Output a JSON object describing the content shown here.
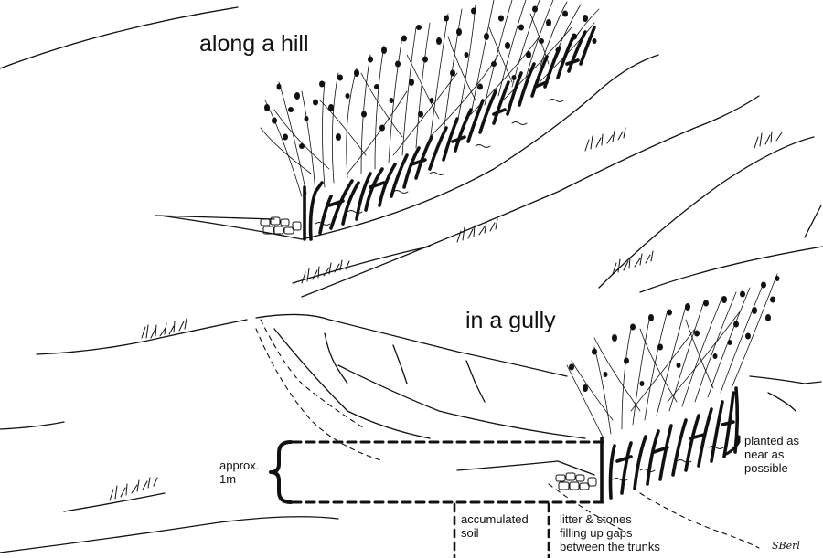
{
  "labels": {
    "hill_title": "along a hill",
    "gully_title": "in a gully",
    "approx_line1": "approx.",
    "approx_line2": "1m",
    "planted_line1": "planted as",
    "planted_line2": "near as",
    "planted_line3": "possible",
    "soil_line1": "accumulated",
    "soil_line2": "soil",
    "litter_line1": "litter & stones",
    "litter_line2": "filling up gaps",
    "litter_line3": "between the trunks",
    "signature": "SBerl"
  },
  "colors": {
    "ink": "#111111",
    "paper": "#ffffff"
  }
}
